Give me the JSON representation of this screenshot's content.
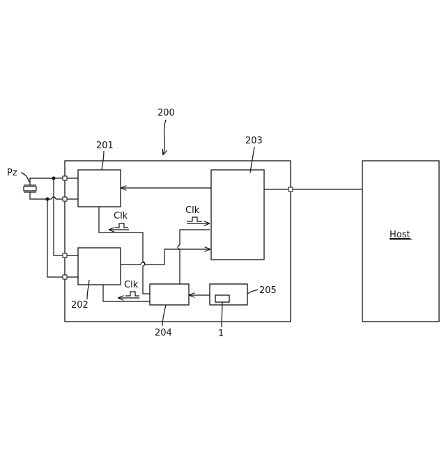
{
  "labels": {
    "system": "200",
    "block_201": "201",
    "block_202": "202",
    "block_203": "203",
    "block_204": "204",
    "block_205": "205",
    "element_1": "1",
    "piezo": "Pz",
    "clk_upper_left": "Clk",
    "clk_upper_right": "Clk",
    "clk_lower": "Clk",
    "host": "Host"
  }
}
